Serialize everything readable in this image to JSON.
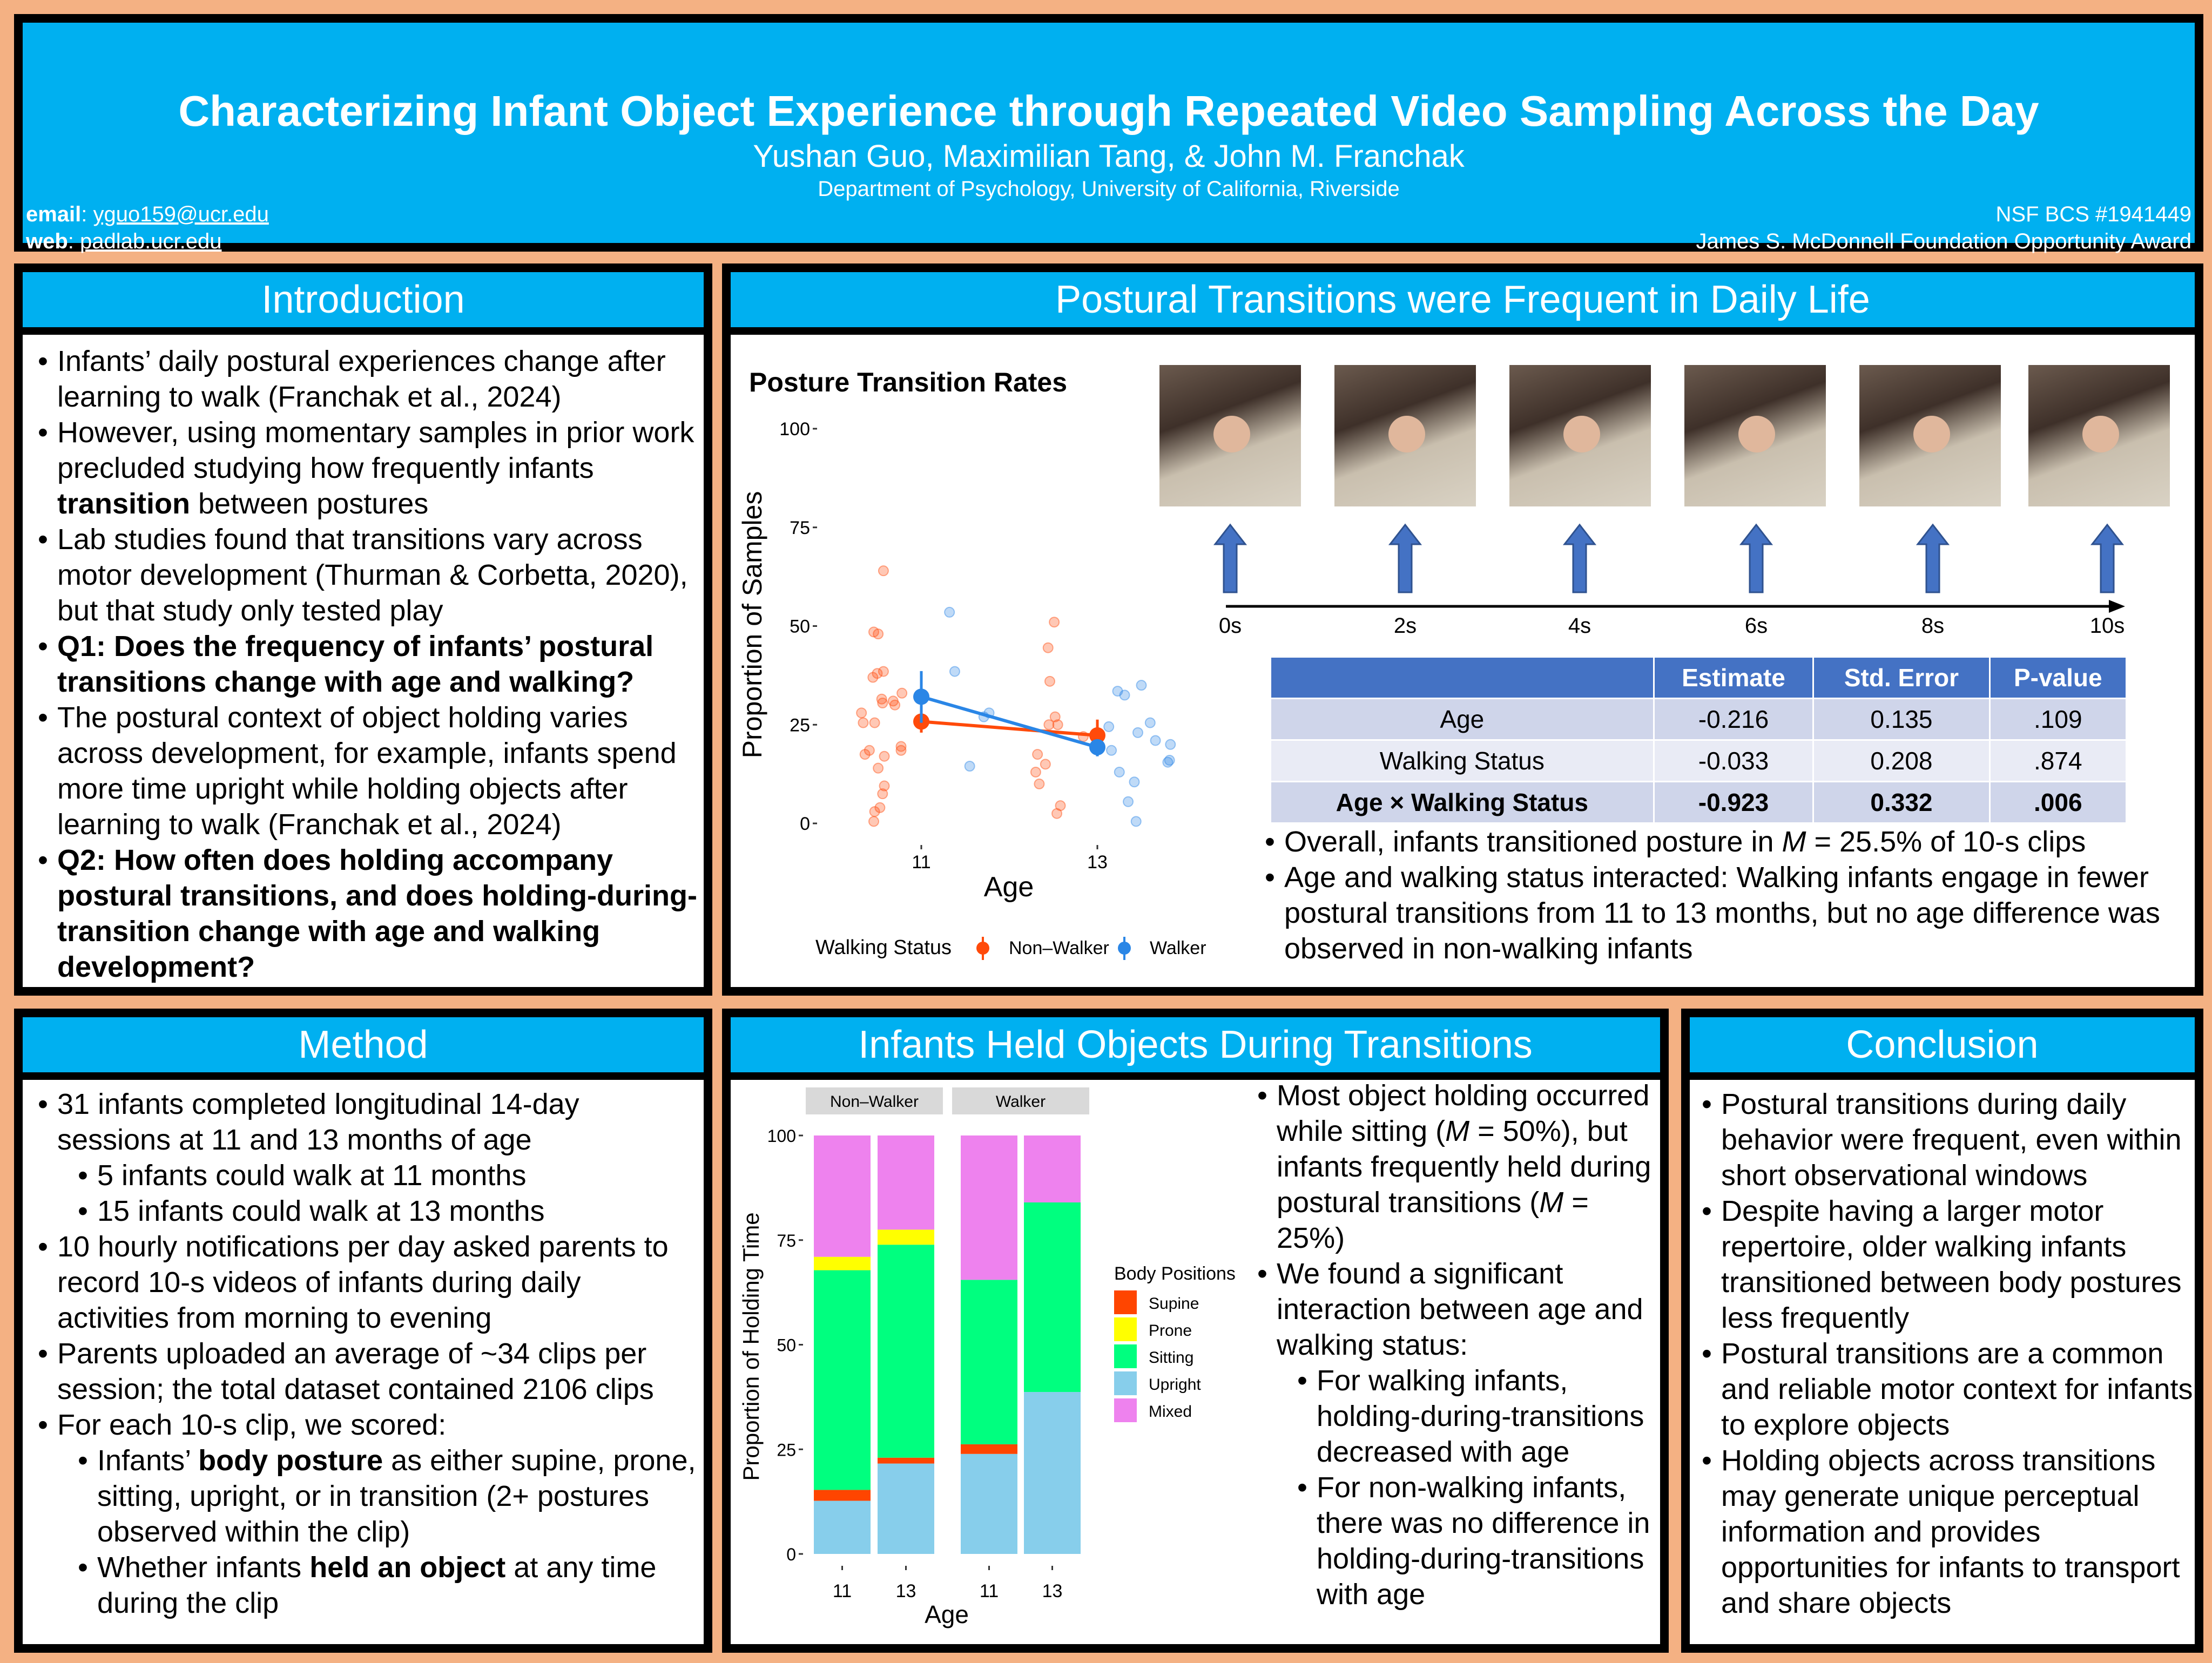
{
  "header": {
    "title": "Characterizing Infant Object Experience through Repeated Video Sampling Across the Day",
    "authors": "Yushan Guo, Maximilian Tang, & John M. Franchak",
    "affiliation": "Department of Psychology, University of California, Riverside",
    "email_label": "email",
    "email": "yguo159@ucr.edu",
    "web_label": "web",
    "web": "padlab.ucr.edu",
    "grant1": "NSF BCS #1941449",
    "grant2": "James S. McDonnell Foundation Opportunity Award"
  },
  "intro": {
    "title": "Introduction",
    "items": [
      {
        "level": 0,
        "parts": [
          [
            "Infants’ daily postural experiences change after learning to walk (Franchak et al., 2024)",
            ""
          ]
        ]
      },
      {
        "level": 0,
        "parts": [
          [
            "However, using momentary samples in prior work precluded studying how frequently infants ",
            ""
          ],
          [
            "transition",
            "b"
          ],
          [
            " between postures",
            ""
          ]
        ]
      },
      {
        "level": 0,
        "parts": [
          [
            "Lab studies found that transitions vary across motor development (Thurman & Corbetta, 2020), but that study only tested play",
            ""
          ]
        ]
      },
      {
        "level": 0,
        "parts": [
          [
            "Q1: Does the frequency of infants’ postural transitions change with age and walking?",
            "b"
          ]
        ]
      },
      {
        "level": 0,
        "parts": [
          [
            "The postural context of object holding varies across development, for example, infants spend more time upright while holding objects after learning to walk (Franchak et al., 2024)",
            ""
          ]
        ]
      },
      {
        "level": 0,
        "parts": [
          [
            "Q2: How often does holding accompany postural transitions, and does holding-during-transition change with age and walking development?",
            "b"
          ]
        ]
      }
    ]
  },
  "transitions": {
    "title": "Postural Transitions were Frequent in Daily Life",
    "timeline": [
      "0s",
      "2s",
      "4s",
      "6s",
      "8s",
      "10s"
    ],
    "table": {
      "headers": [
        "",
        "Estimate",
        "Std. Error",
        "P-value"
      ],
      "rows": [
        [
          "Age",
          "-0.216",
          "0.135",
          ".109"
        ],
        [
          "Walking Status",
          "-0.033",
          "0.208",
          ".874"
        ],
        [
          "Age × Walking Status",
          "-0.923",
          "0.332",
          ".006"
        ]
      ]
    },
    "items": [
      {
        "level": 0,
        "parts": [
          [
            "Overall, infants transitioned posture in ",
            ""
          ],
          [
            "M",
            "i"
          ],
          [
            " = 25.5% of 10-s clips",
            ""
          ]
        ]
      },
      {
        "level": 0,
        "parts": [
          [
            "Age and walking status interacted: Walking infants engage in fewer postural transitions from 11 to 13 months, but no age difference was observed in non-walking infants",
            ""
          ]
        ]
      }
    ]
  },
  "method": {
    "title": "Method",
    "items": [
      {
        "level": 0,
        "parts": [
          [
            "31 infants completed longitudinal 14-day sessions at 11 and 13 months of age",
            ""
          ]
        ]
      },
      {
        "level": 1,
        "parts": [
          [
            "5 infants could walk at 11 months",
            ""
          ]
        ]
      },
      {
        "level": 1,
        "parts": [
          [
            "15 infants could walk at 13 months",
            ""
          ]
        ]
      },
      {
        "level": 0,
        "parts": [
          [
            "10 hourly notifications per day asked parents to record 10-s videos of infants during daily activities from morning to evening",
            ""
          ]
        ]
      },
      {
        "level": 0,
        "parts": [
          [
            "Parents uploaded an average of ~34 clips per session; the total dataset contained 2106 clips",
            ""
          ]
        ]
      },
      {
        "level": 0,
        "parts": [
          [
            "For each 10-s clip, we scored:",
            ""
          ]
        ]
      },
      {
        "level": 1,
        "parts": [
          [
            "Infants’ ",
            ""
          ],
          [
            "body posture",
            "b"
          ],
          [
            " as either supine, prone, sitting, upright, or in transition (2+ postures observed within the clip)",
            ""
          ]
        ]
      },
      {
        "level": 1,
        "parts": [
          [
            "Whether infants ",
            ""
          ],
          [
            "held an object",
            "b"
          ],
          [
            " at any time during the clip",
            ""
          ]
        ]
      }
    ]
  },
  "holding": {
    "title": "Infants Held Objects During Transitions",
    "items": [
      {
        "level": 0,
        "parts": [
          [
            "Most object holding occurred while sitting (",
            ""
          ],
          [
            "M",
            "i"
          ],
          [
            " = 50%), but infants frequently held during postural transitions (",
            ""
          ],
          [
            "M",
            "i"
          ],
          [
            " = 25%)",
            ""
          ]
        ]
      },
      {
        "level": 0,
        "parts": [
          [
            "We found a significant interaction between age and walking status:",
            ""
          ]
        ]
      },
      {
        "level": 1,
        "parts": [
          [
            "For walking infants, holding-during-transitions decreased with age",
            ""
          ]
        ]
      },
      {
        "level": 1,
        "parts": [
          [
            "For non-walking infants, there was no difference in holding-during-transitions with age",
            ""
          ]
        ]
      }
    ]
  },
  "conclusion": {
    "title": "Conclusion",
    "items": [
      {
        "level": 0,
        "parts": [
          [
            "Postural transitions during daily behavior were frequent, even within short observational windows",
            ""
          ]
        ]
      },
      {
        "level": 0,
        "parts": [
          [
            "Despite having a larger motor repertoire, older walking infants transitioned between body postures less frequently",
            ""
          ]
        ]
      },
      {
        "level": 0,
        "parts": [
          [
            "Postural transitions are a common and reliable motor context for infants to explore objects",
            ""
          ]
        ]
      },
      {
        "level": 0,
        "parts": [
          [
            "Holding objects across transitions may generate unique perceptual information and provides opportunities for infants to transport and share objects",
            ""
          ]
        ]
      }
    ]
  },
  "colors": {
    "background": "#F4B183",
    "accent": "#00B0F0",
    "non_walker": "#FF4A0A",
    "walker": "#2A86E6"
  },
  "chart_data": [
    {
      "type": "scatter",
      "title": "Posture Transition Rates",
      "xlabel": "Age",
      "ylabel": "Proportion of Samples",
      "xticks": [
        "11",
        "13"
      ],
      "yticks": [
        "0",
        "25",
        "50",
        "75",
        "100"
      ],
      "ylim": [
        0,
        100
      ],
      "legend": {
        "title": "Walking Status",
        "placement": "bottom",
        "entries": [
          "Non–Walker",
          "Walker"
        ]
      },
      "series": [
        {
          "name": "Non–Walker",
          "color": "#FF4A0A",
          "means": [
            {
              "x": 11,
              "y": 25.8,
              "lo": 23.0,
              "hi": 28.5
            },
            {
              "x": 13,
              "y": 22.3,
              "lo": 19.0,
              "hi": 26.3
            }
          ],
          "points": [
            [
              10.57,
              64
            ],
            [
              10.46,
              48.5
            ],
            [
              10.51,
              48
            ],
            [
              10.5,
              38
            ],
            [
              10.57,
              38.5
            ],
            [
              10.45,
              37
            ],
            [
              10.55,
              31.5
            ],
            [
              10.56,
              30.5
            ],
            [
              10.68,
              31
            ],
            [
              10.7,
              30
            ],
            [
              10.78,
              33
            ],
            [
              10.32,
              28
            ],
            [
              10.34,
              25.5
            ],
            [
              10.47,
              25.5
            ],
            [
              10.41,
              18.5
            ],
            [
              10.36,
              17.5
            ],
            [
              10.58,
              17
            ],
            [
              10.77,
              18.5
            ],
            [
              10.77,
              19.5
            ],
            [
              10.51,
              14
            ],
            [
              10.58,
              9.5
            ],
            [
              10.56,
              7.5
            ],
            [
              10.53,
              4
            ],
            [
              10.47,
              3
            ],
            [
              10.46,
              0.5
            ],
            [
              12.51,
              51
            ],
            [
              12.44,
              44.5
            ],
            [
              12.46,
              36
            ],
            [
              12.52,
              27
            ],
            [
              12.45,
              25
            ],
            [
              12.55,
              25
            ],
            [
              12.84,
              22
            ],
            [
              12.32,
              17.5
            ],
            [
              12.41,
              15
            ],
            [
              12.3,
              13
            ],
            [
              12.34,
              10
            ],
            [
              12.58,
              4.5
            ],
            [
              12.54,
              2.5
            ]
          ]
        },
        {
          "name": "Walker",
          "color": "#2A86E6",
          "means": [
            {
              "x": 11,
              "y": 32.1,
              "lo": 25.5,
              "hi": 38.6
            },
            {
              "x": 13,
              "y": 19.3,
              "lo": 17.0,
              "hi": 21.0
            }
          ],
          "points": [
            [
              11.32,
              53.5
            ],
            [
              11.38,
              38.5
            ],
            [
              11.55,
              14.5
            ],
            [
              11.71,
              27
            ],
            [
              11.77,
              28
            ],
            [
              13.13,
              24.5
            ],
            [
              13.16,
              18.5
            ],
            [
              13.23,
              33.5
            ],
            [
              13.31,
              32.5
            ],
            [
              13.5,
              35
            ],
            [
              13.46,
              23
            ],
            [
              13.6,
              25.5
            ],
            [
              13.66,
              21
            ],
            [
              13.83,
              20
            ],
            [
              13.82,
              16
            ],
            [
              13.8,
              15.5
            ],
            [
              13.25,
              13
            ],
            [
              13.42,
              10.5
            ],
            [
              13.35,
              5.5
            ],
            [
              13.44,
              0.5
            ]
          ]
        }
      ]
    },
    {
      "type": "bar",
      "stacked": true,
      "xlabel": "Age",
      "ylabel": "Proportion of Holding Time",
      "yticks": [
        "0",
        "25",
        "50",
        "75",
        "100"
      ],
      "ylim": [
        0,
        100
      ],
      "facets": [
        "Non–Walker",
        "Walker"
      ],
      "categories": [
        "11",
        "13"
      ],
      "legend": {
        "title": "Body Positions",
        "placement": "right"
      },
      "stack_order": [
        "Upright",
        "Supine",
        "Sitting",
        "Prone",
        "Mixed"
      ],
      "series": [
        {
          "name": "Supine",
          "color": "#FF4500",
          "values": {
            "Non–Walker": [
              2.6,
              1.4
            ],
            "Walker": [
              2.3,
              0
            ]
          }
        },
        {
          "name": "Prone",
          "color": "#FFFF00",
          "values": {
            "Non–Walker": [
              3.2,
              3.6
            ],
            "Walker": [
              0,
              0
            ]
          }
        },
        {
          "name": "Sitting",
          "color": "#00FF7F",
          "values": {
            "Non–Walker": [
              52.5,
              50.9
            ],
            "Walker": [
              39.3,
              45.3
            ]
          }
        },
        {
          "name": "Upright",
          "color": "#87CEEB",
          "values": {
            "Non–Walker": [
              12.7,
              21.6
            ],
            "Walker": [
              23.9,
              38.7
            ]
          }
        },
        {
          "name": "Mixed",
          "color": "#EE82EE",
          "values": {
            "Non–Walker": [
              29.0,
              22.5
            ],
            "Walker": [
              34.5,
              16.0
            ]
          }
        }
      ]
    }
  ]
}
